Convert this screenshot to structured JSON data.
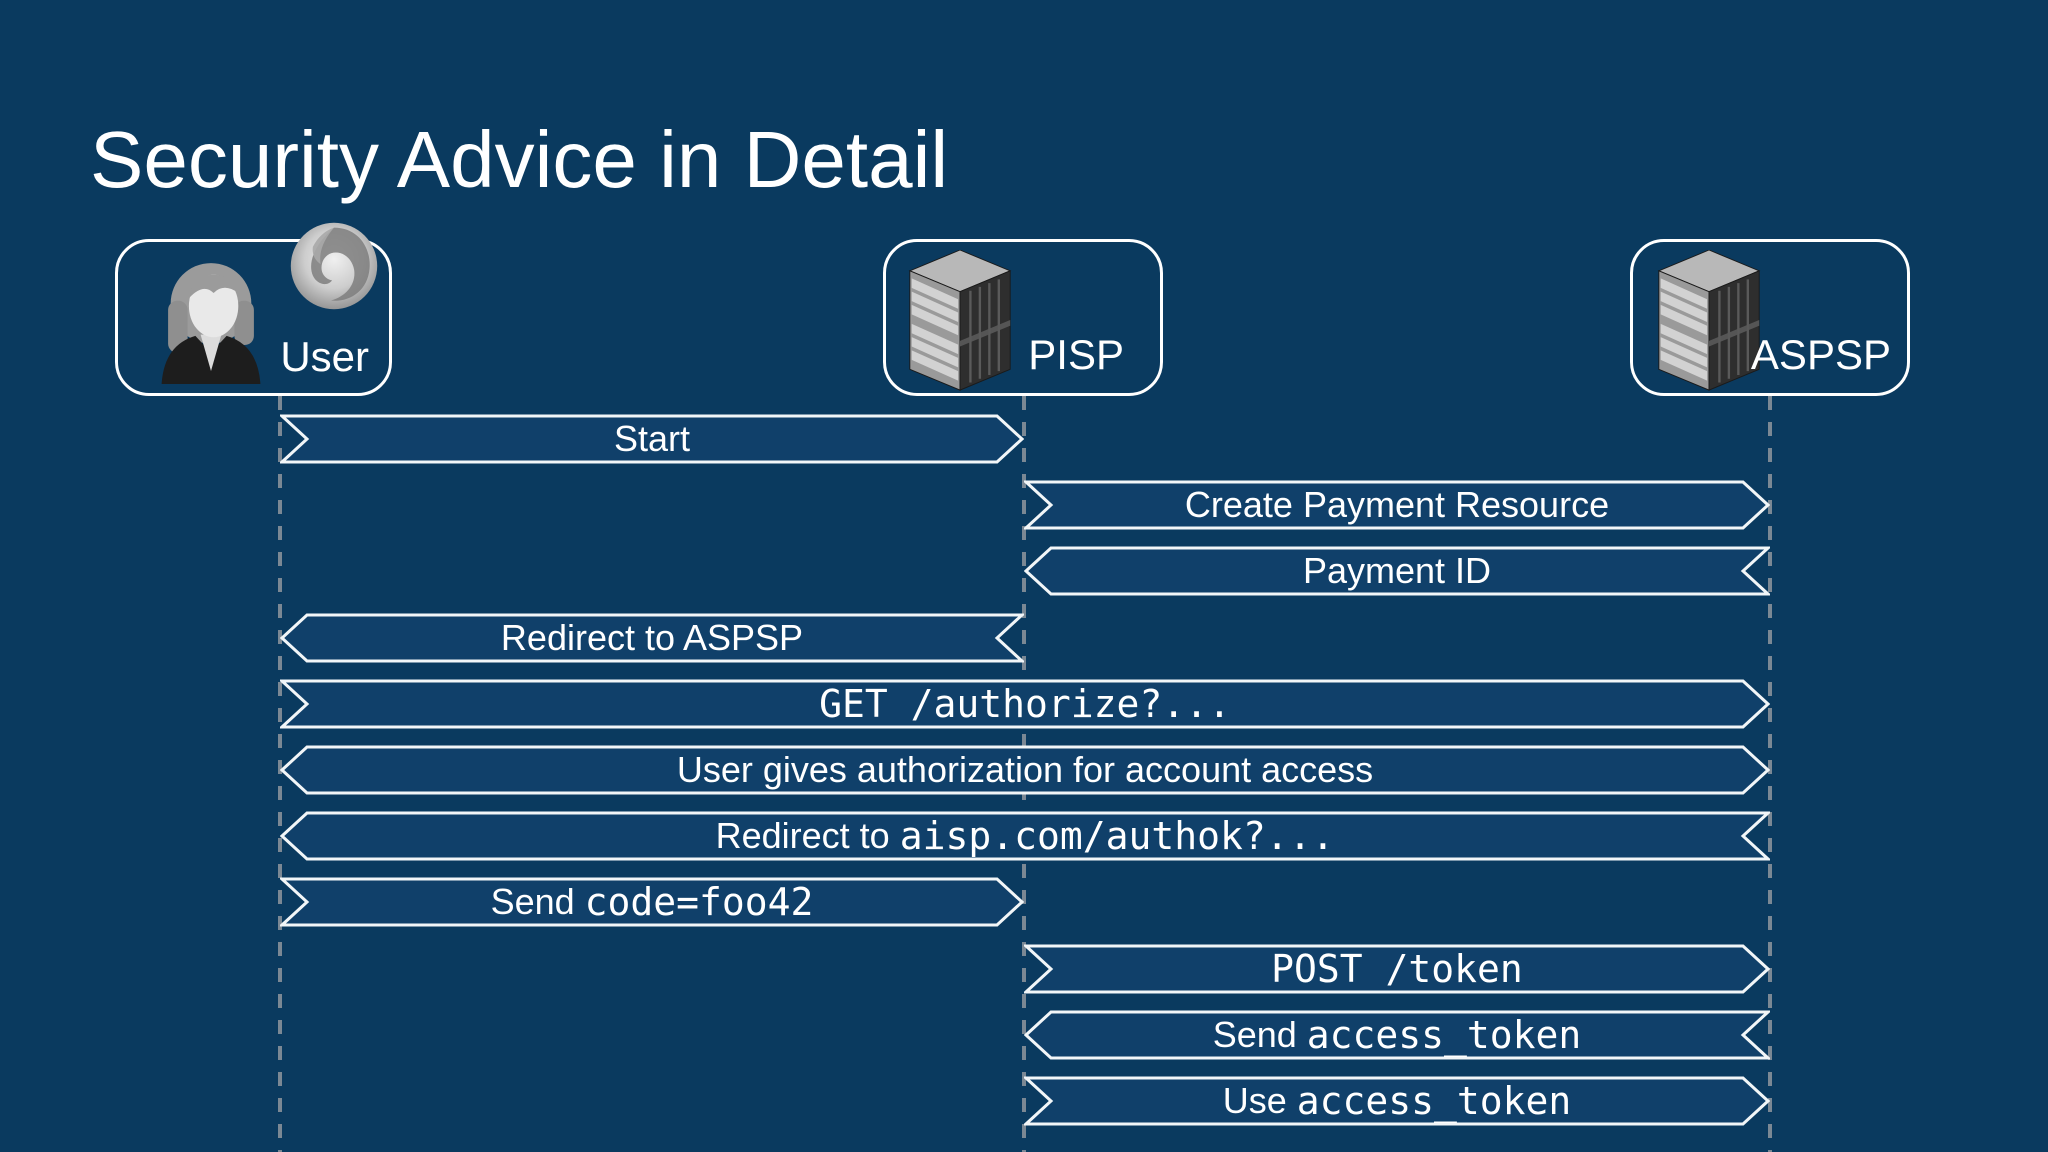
{
  "slide": {
    "title": "Security Advice in Detail"
  },
  "actors": [
    {
      "id": "user",
      "label": "User",
      "icons": [
        "woman-avatar-icon",
        "firefox-browser-icon"
      ]
    },
    {
      "id": "pisp",
      "label": "PISP",
      "icons": [
        "server-rack-icon"
      ]
    },
    {
      "id": "aspsp",
      "label": "ASPSP",
      "icons": [
        "server-rack-icon"
      ]
    }
  ],
  "messages": [
    {
      "from": "user",
      "to": "pisp",
      "direction": "right",
      "segments": [
        {
          "text": "Start",
          "mono": false
        }
      ]
    },
    {
      "from": "pisp",
      "to": "aspsp",
      "direction": "right",
      "segments": [
        {
          "text": "Create Payment Resource",
          "mono": false
        }
      ]
    },
    {
      "from": "aspsp",
      "to": "pisp",
      "direction": "left",
      "segments": [
        {
          "text": "Payment ID",
          "mono": false
        }
      ]
    },
    {
      "from": "pisp",
      "to": "user",
      "direction": "left",
      "segments": [
        {
          "text": "Redirect to ASPSP",
          "mono": false
        }
      ]
    },
    {
      "from": "user",
      "to": "aspsp",
      "direction": "right",
      "segments": [
        {
          "text": "GET /authorize?...",
          "mono": true
        }
      ]
    },
    {
      "from": "user",
      "to": "aspsp",
      "direction": "both",
      "segments": [
        {
          "text": "User gives authorization for account access",
          "mono": false
        }
      ]
    },
    {
      "from": "aspsp",
      "to": "user",
      "direction": "left",
      "segments": [
        {
          "text": "Redirect to ",
          "mono": false
        },
        {
          "text": "aisp.com/authok?...",
          "mono": true
        }
      ]
    },
    {
      "from": "user",
      "to": "pisp",
      "direction": "right",
      "segments": [
        {
          "text": "Send ",
          "mono": false
        },
        {
          "text": "code=foo42",
          "mono": true
        }
      ]
    },
    {
      "from": "pisp",
      "to": "aspsp",
      "direction": "right",
      "segments": [
        {
          "text": "POST /token",
          "mono": true
        }
      ]
    },
    {
      "from": "aspsp",
      "to": "pisp",
      "direction": "left",
      "segments": [
        {
          "text": "Send ",
          "mono": false
        },
        {
          "text": "access_token",
          "mono": true
        }
      ]
    },
    {
      "from": "pisp",
      "to": "aspsp",
      "direction": "right",
      "segments": [
        {
          "text": "Use ",
          "mono": false
        },
        {
          "text": "access_token",
          "mono": true
        }
      ]
    }
  ],
  "colors": {
    "background": "#0a3a5f",
    "arrow_fill": "#10406a",
    "arrow_stroke": "#f2f6f8",
    "lifeline": "#7b8894",
    "text": "#ffffff"
  }
}
